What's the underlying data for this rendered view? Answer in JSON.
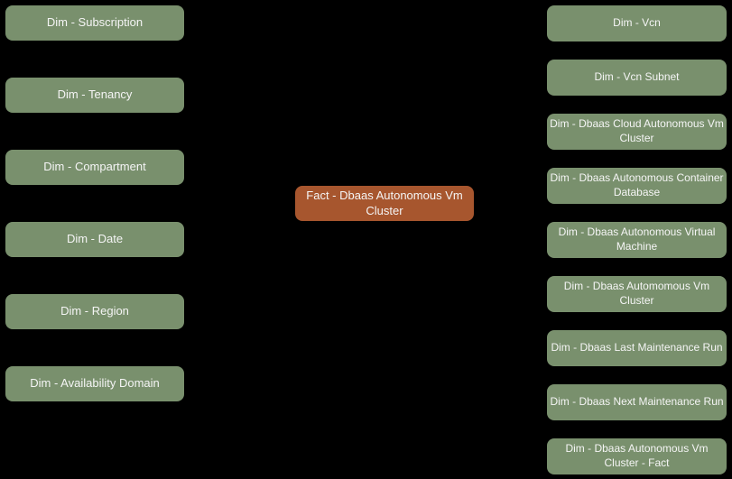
{
  "colors": {
    "background": "#000000",
    "dimension_node_fill": "#79906D",
    "fact_node_fill": "#A7562E",
    "node_text": "#F5F5F5"
  },
  "left_dimensions": [
    "Dim - Subscription",
    "Dim - Tenancy",
    "Dim - Compartment",
    "Dim - Date",
    "Dim - Region",
    "Dim - Availability Domain"
  ],
  "fact": {
    "label": "Fact - Dbaas Autonomous Vm Cluster"
  },
  "right_dimensions": [
    "Dim - Vcn",
    "Dim - Vcn Subnet",
    "Dim - Dbaas Cloud Autonomous Vm Cluster",
    "Dim - Dbaas Autonomous Container Database",
    "Dim - Dbaas Autonomous Virtual Machine",
    "Dim - Dbaas Automomous Vm Cluster",
    "Dim - Dbaas Last Maintenance Run",
    "Dim - Dbaas Next Maintenance Run",
    "Dim - Dbaas Autonomous Vm Cluster - Fact"
  ]
}
